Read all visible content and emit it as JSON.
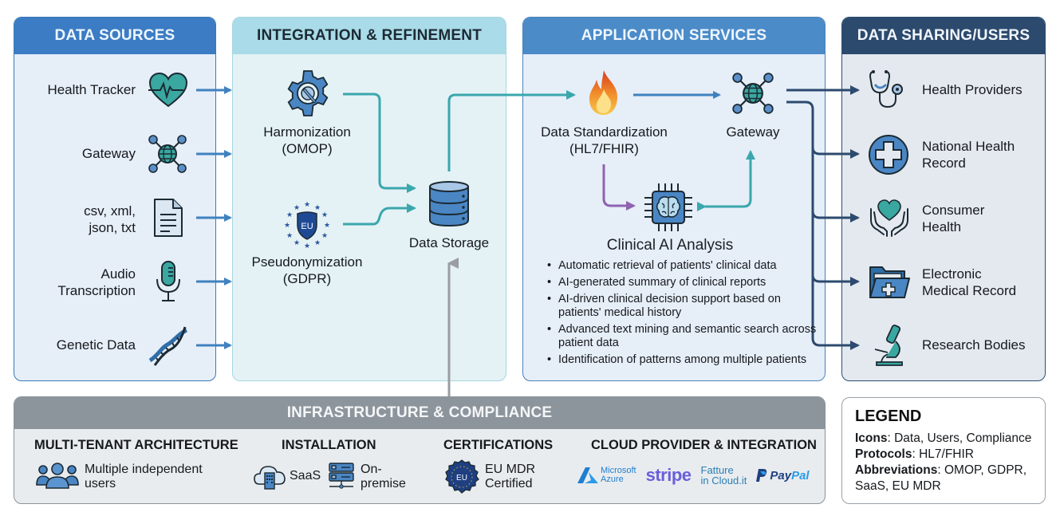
{
  "panels": {
    "sources": {
      "title": "DATA SOURCES",
      "items": [
        {
          "label": "Health Tracker",
          "icon": "heart-pulse-icon"
        },
        {
          "label": "Gateway",
          "icon": "network-globe-icon"
        },
        {
          "label_line1": "csv, xml,",
          "label_line2": "json, txt",
          "icon": "document-icon"
        },
        {
          "label_line1": "Audio",
          "label_line2": "Transcription",
          "icon": "microphone-icon"
        },
        {
          "label": "Genetic Data",
          "icon": "dna-icon"
        }
      ]
    },
    "integration": {
      "title": "INTEGRATION & REFINEMENT",
      "harmonization": {
        "line1": "Harmonization",
        "line2": "(OMOP)",
        "icon": "gear-wrench-icon"
      },
      "pseudonymization": {
        "line1": "Pseudonymization",
        "line2": "(GDPR)",
        "icon": "eu-shield-icon",
        "badge": "EU"
      },
      "storage": {
        "label": "Data Storage",
        "icon": "database-icon"
      }
    },
    "application": {
      "title": "APPLICATION SERVICES",
      "standardization": {
        "line1": "Data Standardization",
        "line2": "(HL7/FHIR)",
        "icon": "fhir-flame-icon"
      },
      "gateway": {
        "label": "Gateway",
        "icon": "network-globe-icon"
      },
      "ai": {
        "title": "Clinical AI Analysis",
        "icon": "ai-brain-chip-icon",
        "bullets": [
          "Automatic retrieval of patients' clinical data",
          "AI-generated summary of clinical reports",
          "AI-driven clinical decision support based on patients' medical history",
          "Advanced text mining and semantic search across patient data",
          "Identification of patterns among multiple patients"
        ]
      }
    },
    "sharing": {
      "title": "DATA SHARING/USERS",
      "items": [
        {
          "line1": "Health Providers",
          "line2": "",
          "icon": "stethoscope-icon"
        },
        {
          "line1": "National Health",
          "line2": "Record",
          "icon": "medical-cross-icon"
        },
        {
          "line1": "Consumer",
          "line2": "Health",
          "icon": "hands-heart-icon"
        },
        {
          "line1": "Electronic",
          "line2": "Medical Record",
          "icon": "medical-folder-icon"
        },
        {
          "line1": "Research Bodies",
          "line2": "",
          "icon": "microscope-icon"
        }
      ]
    },
    "infrastructure": {
      "title": "INFRASTRUCTURE & COMPLIANCE",
      "multitenant": {
        "title": "MULTI-TENANT ARCHITECTURE",
        "line1": "Multiple independent",
        "line2": "users",
        "icon": "users-group-icon"
      },
      "installation": {
        "title": "INSTALLATION",
        "saas": "SaaS",
        "onprem_line1": "On-",
        "onprem_line2": "premise"
      },
      "certifications": {
        "title": "CERTIFICATIONS",
        "line1": "EU MDR",
        "line2": "Certified",
        "badge": "EU"
      },
      "cloud": {
        "title": "CLOUD PROVIDER & INTEGRATION",
        "azure_line1": "Microsoft",
        "azure_line2": "Azure",
        "stripe": "stripe",
        "fatture_line1": "Fatture",
        "fatture_line2": "in Cloud.it",
        "paypal_a": "Pay",
        "paypal_b": "Pal"
      }
    }
  },
  "legend": {
    "title": "LEGEND",
    "icons_key": "Icons",
    "icons_val": ": Data, Users, Compliance",
    "protocols_key": "Protocols",
    "protocols_val": ": HL7/FHIR",
    "abbr_key": "Abbreviations",
    "abbr_val": ": OMOP, GDPR, SaaS, EU MDR"
  },
  "colors": {
    "sources_header": "#3b7cc4",
    "integration_header": "#a9dbe8",
    "application_header": "#4b8bc8",
    "sharing_header": "#2c4a6e",
    "infrastructure_header": "#8d959c",
    "teal_flow": "#3aa7ad",
    "blue_flow": "#3f82bf",
    "purple_flow": "#8e62b0",
    "navy_flow": "#2c4a6e",
    "gray_flow": "#9a9ea3"
  }
}
